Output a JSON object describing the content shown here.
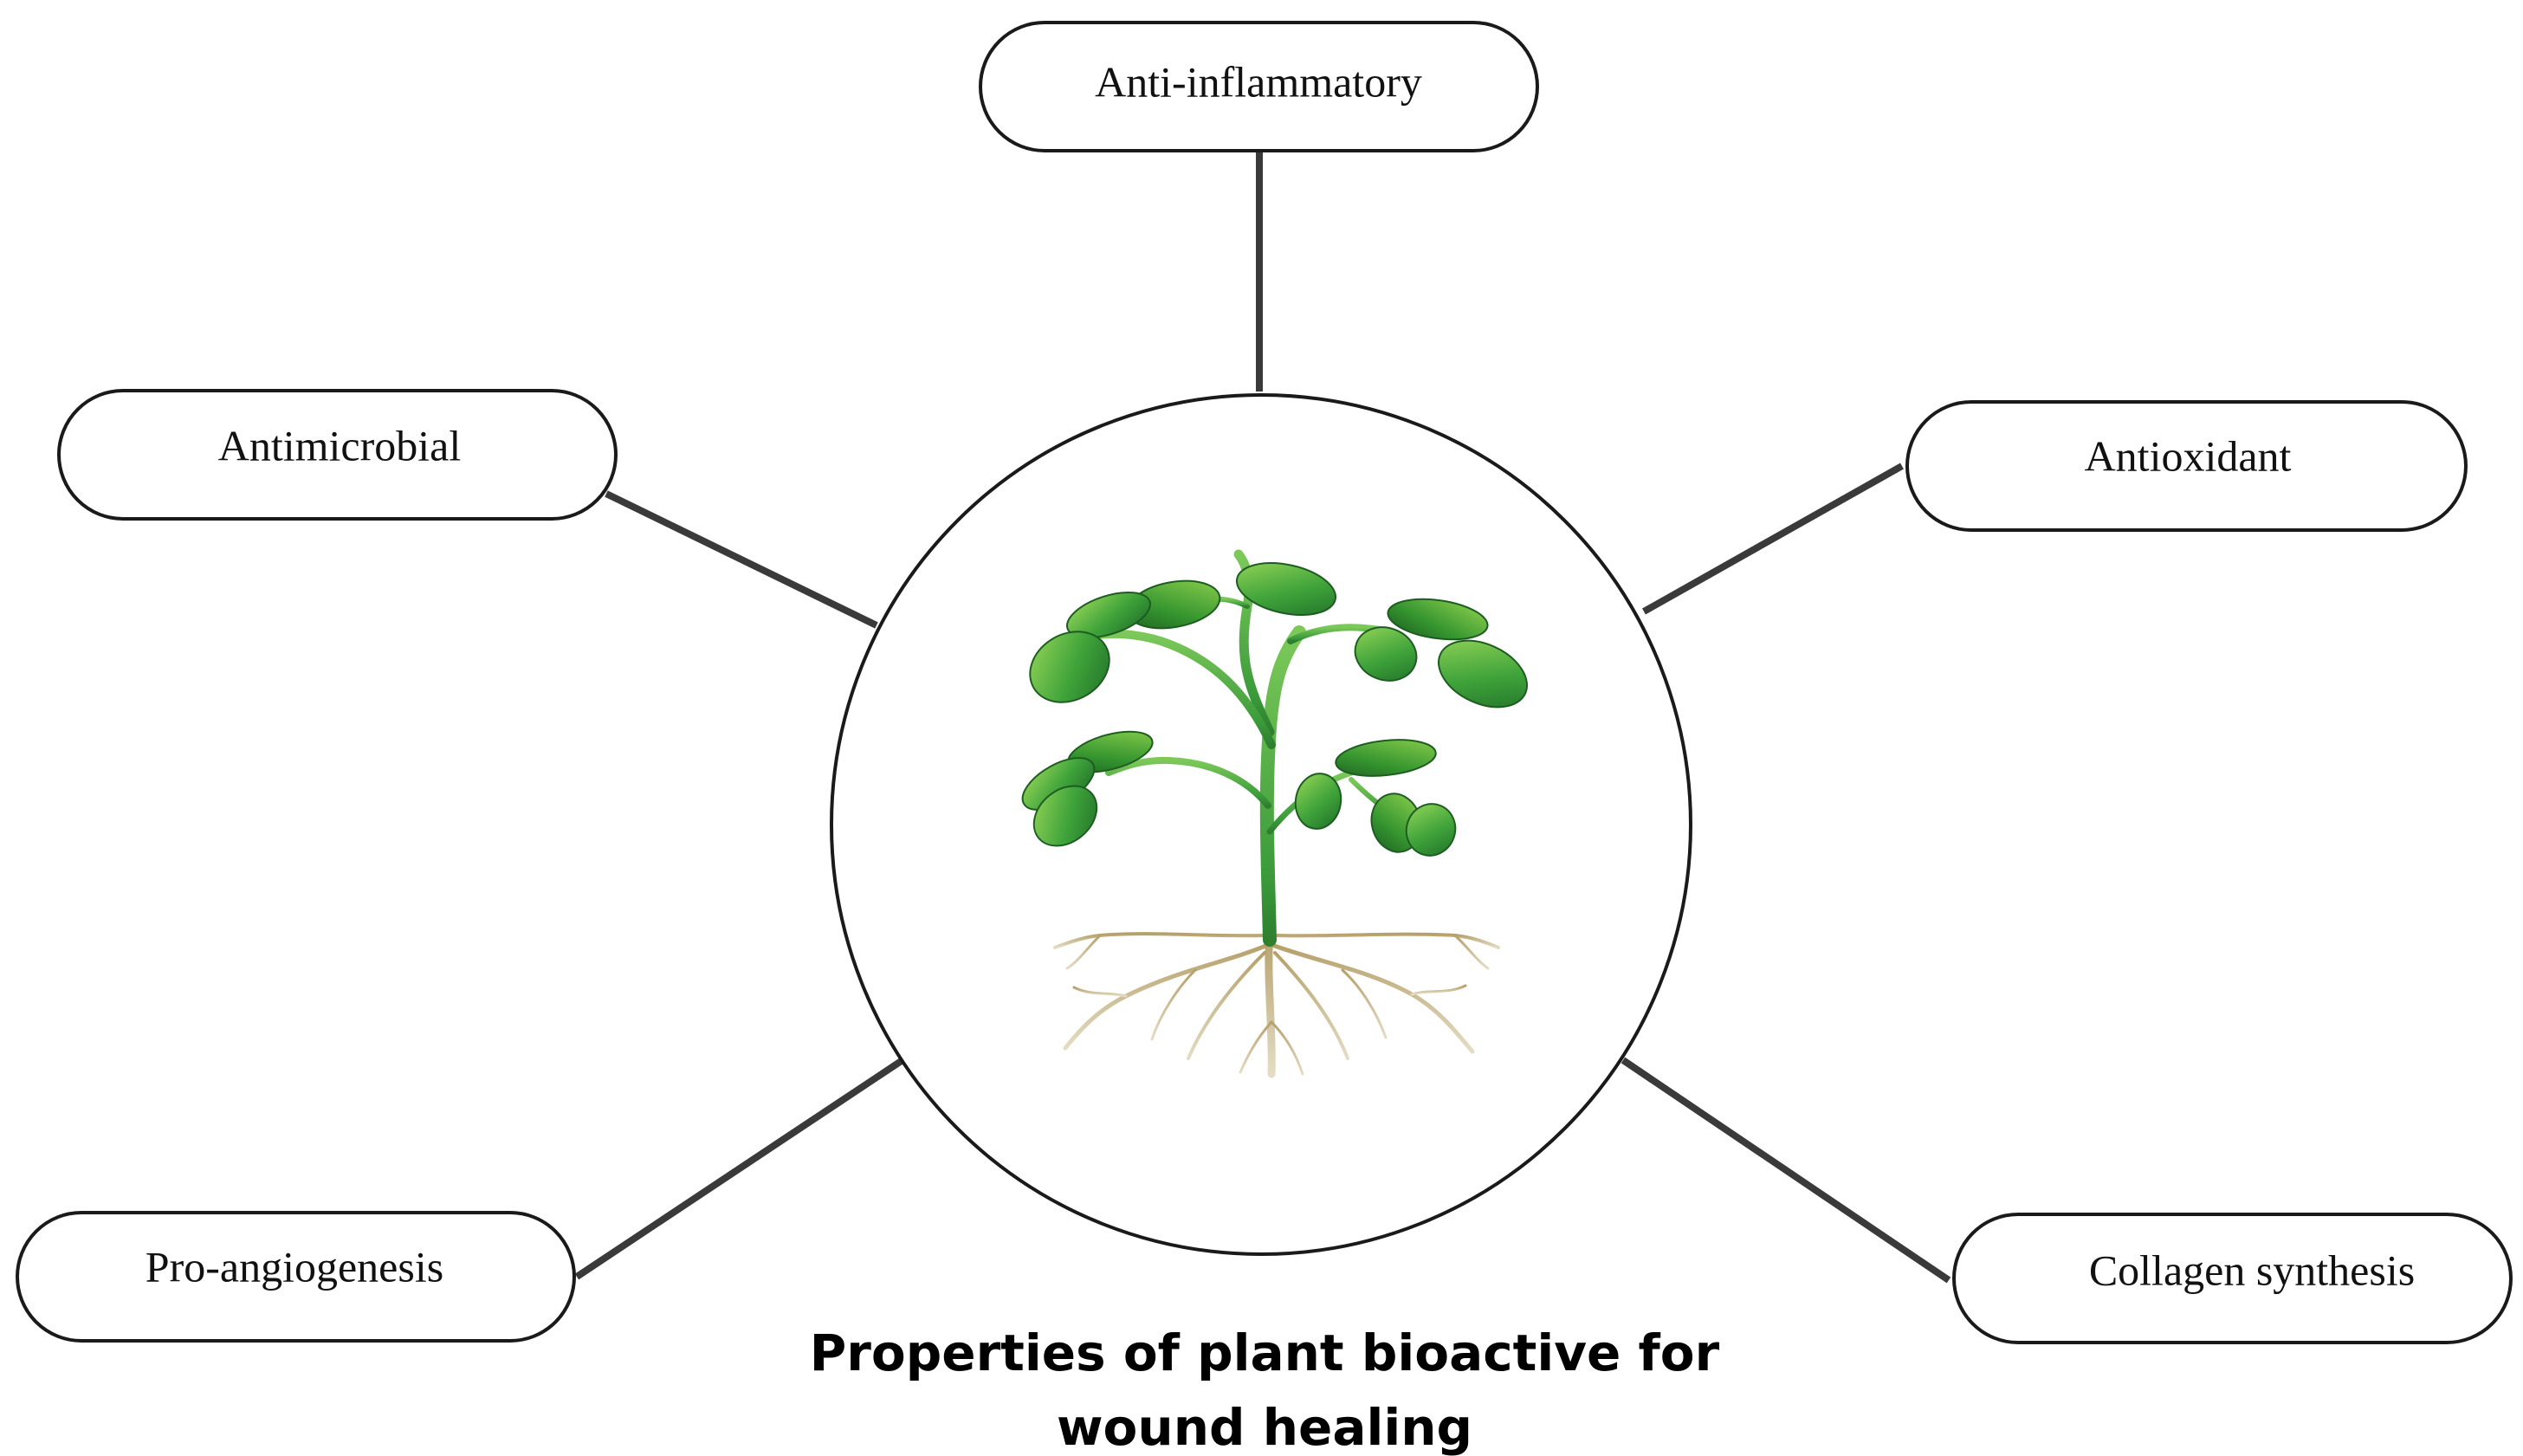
{
  "diagram": {
    "center_title_line1": "Properties of plant bioactive for",
    "center_title_line2": "wound healing",
    "nodes": {
      "top": "Anti-inflammatory",
      "upper_left": "Antimicrobial",
      "upper_right": "Antioxidant",
      "lower_left": "Pro-angiogenesis",
      "lower_right": "Collagen synthesis"
    },
    "hub_image": "plant-seedling-with-roots"
  },
  "colors": {
    "outline": "#1a1a1a",
    "connector": "#3a3a3a",
    "leaf_dark": "#2e8b2e",
    "leaf_light": "#8fd14f",
    "stem": "#5cb85c",
    "root": "#c9b58a"
  }
}
